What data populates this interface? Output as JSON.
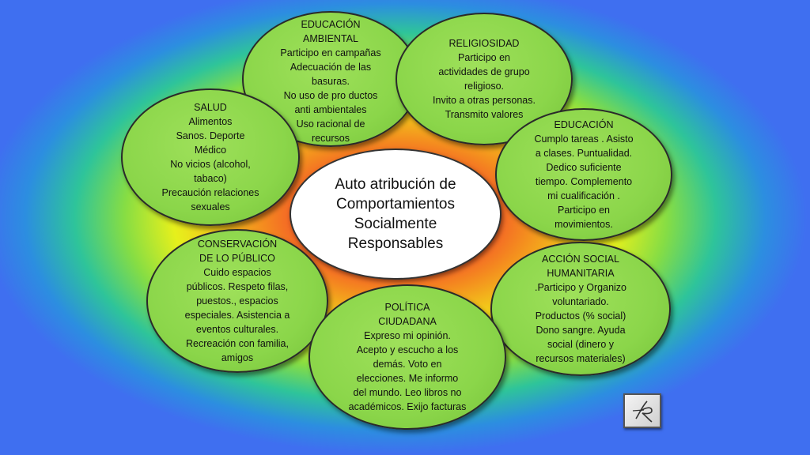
{
  "center": {
    "title": "Auto atribución de\nComportamientos\nSocialmente\nResponsables"
  },
  "bubbles": {
    "ambiental": {
      "heading": "EDUCACIÓN\nAMBIENTAL",
      "body": "Participo en campañas\nAdecuación de las\nbasuras.\nNo uso  de pro ductos\nanti ambientales\nUso racional de\nrecursos"
    },
    "religiosidad": {
      "heading": "RELIGIOSIDAD",
      "body": "Participo en\nactividades de grupo\nreligioso.\nInvito a otras personas.\nTransmito valores"
    },
    "salud": {
      "heading": "SALUD",
      "body": "Alimentos\nSanos. Deporte\nMédico\nNo  vicios (alcohol,\ntabaco)\nPrecaución relaciones\nsexuales"
    },
    "educacion": {
      "heading": "EDUCACIÓN",
      "body": "Cumplo tareas . Asisto\na clases.  Puntualidad.\nDedico suficiente\ntiempo. Complemento\nmi cualificación .\nParticipo en\nmovimientos."
    },
    "conservacion": {
      "heading": "CONSERVACIÓN\nDE LO PÚBLICO",
      "body": "Cuido espacios\npúblicos.  Respeto filas,\npuestos., espacios\nespeciales. Asistencia a\neventos culturales.\nRecreación con familia,\namigos"
    },
    "accion": {
      "heading": "ACCIÓN SOCIAL\nHUMANITARIA",
      "body": ".Participo y Organizo\nvoluntariado.\nProductos  (% social)\nDono sangre. Ayuda\nsocial (dinero y\nrecursos materiales)"
    },
    "politica": {
      "heading": "POLÍTICA\nCIUDADANA",
      "body": "Expreso mi opinión.\nAcepto  y escucho a los\ndemás. Voto en\nelecciones.  Me informo\ndel mundo. Leo libros no\nacadémicos. Exijo facturas"
    }
  },
  "colors": {
    "bubble_fill": "#8bd64a",
    "center_fill": "#ffffff",
    "background_edge": "#3f6ff0",
    "background_core": "#f01a30"
  },
  "logo": {
    "icon": "signature-logo-icon"
  }
}
